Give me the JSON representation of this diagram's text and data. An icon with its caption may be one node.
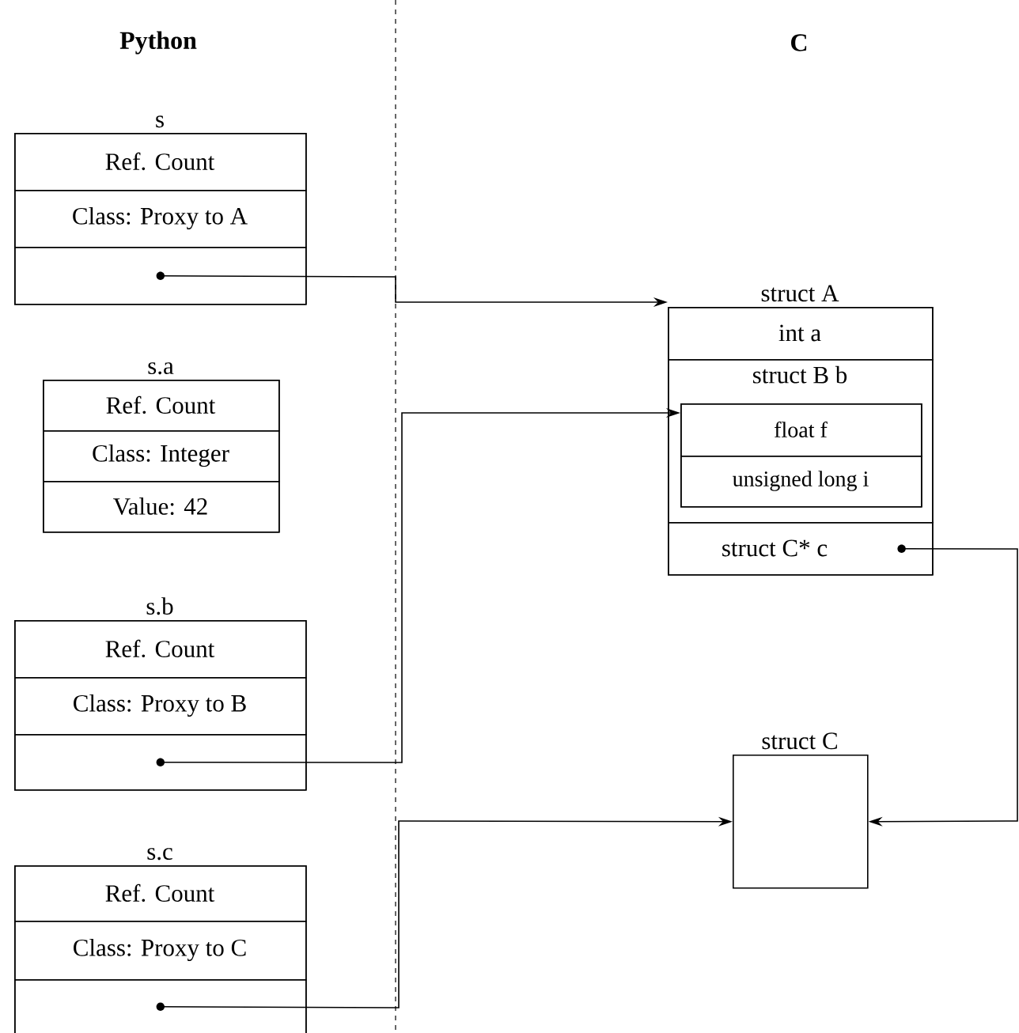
{
  "diagram": {
    "nodes": [
      {
        "text": [
          "s"
        ]
      },
      {
        "text": [
          "Ref. Count"
        ],
        "in": 0
      },
      {
        "text": [
          "Class: Proxy to A"
        ],
        "in": 0
      },
      {
        "text": [],
        "shape": "box",
        "in": 0
      },
      {
        "text": [
          "s.a"
        ]
      },
      {
        "text": [
          "Ref. Count"
        ],
        "in": 4
      },
      {
        "text": [
          "Class: Integer"
        ],
        "in": 4
      },
      {
        "text": [
          "Value: 42"
        ],
        "in": 4
      },
      {
        "text": [
          "s.b"
        ]
      },
      {
        "text": [
          "Ref. Count"
        ],
        "in": 8
      },
      {
        "text": [
          "Class: Proxy to B"
        ],
        "in": 8
      },
      {
        "text": [],
        "shape": "box",
        "in": 8
      },
      {
        "text": [
          "s.c"
        ]
      },
      {
        "text": [
          "Ref. Count"
        ],
        "in": 12
      },
      {
        "text": [
          "Class: Proxy to C"
        ],
        "in": 12
      },
      {
        "text": [],
        "shape": "box",
        "in": 12
      },
      {
        "text": [
          "struct A"
        ]
      },
      {
        "text": [
          "int a"
        ],
        "in": 16
      },
      {
        "text": [
          "struct B b"
        ],
        "in": 16
      },
      {
        "text": [],
        "shape": "box",
        "in": 18
      },
      {
        "text": [
          "float f"
        ],
        "in": 19
      },
      {
        "text": [
          "unsigned long i"
        ],
        "in": 19
      },
      {
        "text": [
          "struct C* c"
        ],
        "in": 16
      },
      {
        "text": [
          "struct C"
        ]
      }
    ],
    "edges": [
      {
        "from": 3,
        "to": 16,
        "arrow": "to"
      },
      {
        "from": 11,
        "to": 19,
        "arrow": "to"
      },
      {
        "from": 15,
        "to": 23,
        "arrow": "to"
      },
      {
        "from": 22,
        "to": 23,
        "arrow": "to"
      }
    ],
    "labels": [
      "Python",
      "C"
    ]
  }
}
